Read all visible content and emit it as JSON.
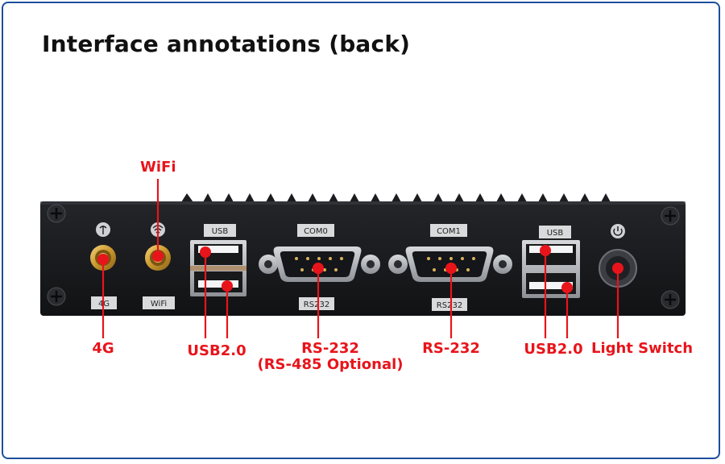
{
  "title": "Interface annotations (back)",
  "annotations": {
    "wifi_top": "WiFi",
    "ant4g": "4G",
    "usb_left": "USB2.0",
    "rs232_a_line1": "RS-232",
    "rs232_a_line2": "(RS-485 Optional)",
    "rs232_b": "RS-232",
    "usb_right": "USB2.0",
    "light_switch": "Light Switch"
  },
  "panel_print": {
    "usb_left": "USB",
    "com0": "COM0",
    "rs232_left": "RS232",
    "com1": "COM1",
    "rs232_right": "RS232",
    "usb_right": "USB",
    "label_4g": "4G",
    "label_wifi": "WiFi"
  },
  "colors": {
    "annotation": "#e8141b",
    "frame": "#1d4f9c",
    "panel": "#16171a"
  },
  "icons": [
    "antenna-icon",
    "wifi-icon",
    "power-icon"
  ]
}
